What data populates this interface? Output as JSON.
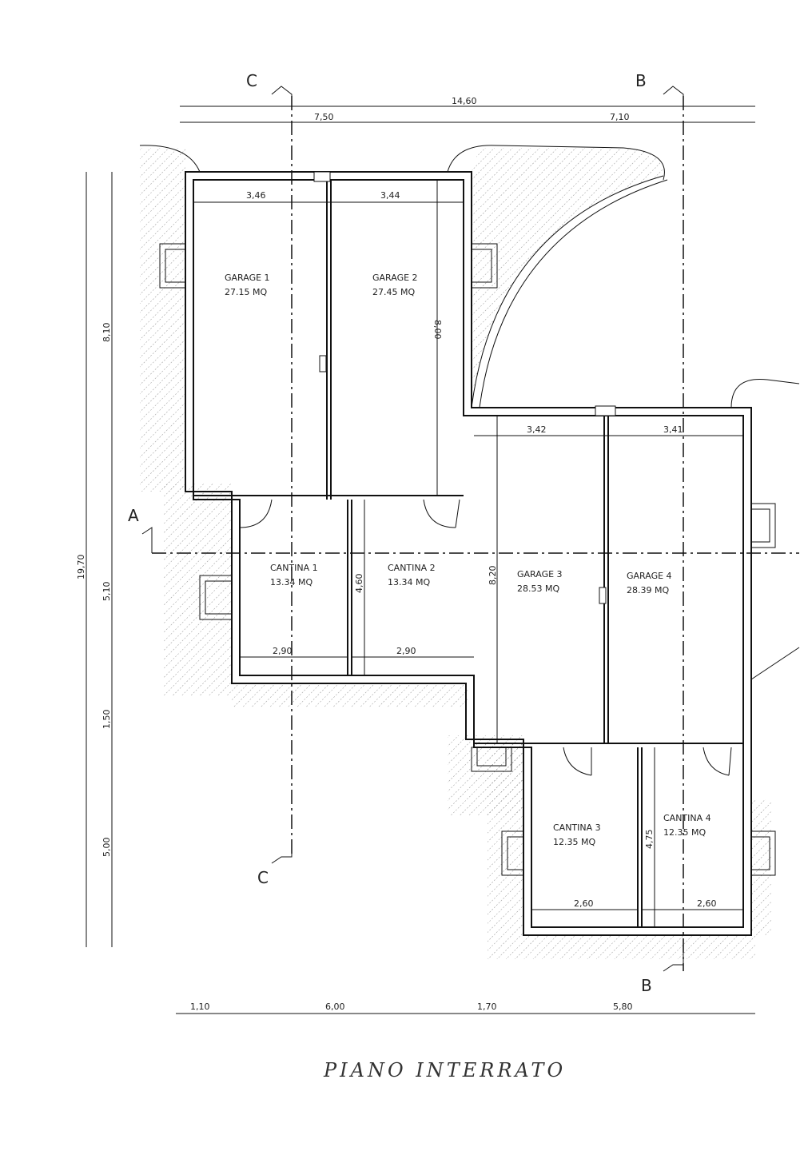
{
  "title": "PIANO INTERRATO",
  "sections": {
    "a": "A",
    "b_top": "B",
    "b_bottom": "B",
    "c_top": "C",
    "c_bottom": "C"
  },
  "rooms": [
    {
      "name": "GARAGE 1",
      "area": "27.15 MQ"
    },
    {
      "name": "GARAGE 2",
      "area": "27.45 MQ"
    },
    {
      "name": "CANTINA 1",
      "area": "13.34 MQ"
    },
    {
      "name": "CANTINA 2",
      "area": "13.34 MQ"
    },
    {
      "name": "GARAGE 3",
      "area": "28.53 MQ"
    },
    {
      "name": "GARAGE 4",
      "area": "28.39 MQ"
    },
    {
      "name": "CANTINA 3",
      "area": "12.35 MQ"
    },
    {
      "name": "CANTINA 4",
      "area": "12.35 MQ"
    }
  ],
  "dims": {
    "top_total": "14,60",
    "top_left": "7,50",
    "top_right": "7,10",
    "left_total": "19,70",
    "left_1": "8,10",
    "left_2": "5,10",
    "left_3": "1,50",
    "left_4": "5,00",
    "bottom": [
      "1,10",
      "6,00",
      "1,70",
      "5,80"
    ],
    "garage1_w": "3,46",
    "garage2_w": "3,44",
    "garage2_h": "8,00",
    "garage3_w": "3,42",
    "garage4_w": "3,41",
    "garage3_h": "8,20",
    "cantina1_w": "2,90",
    "cantina2_w": "2,90",
    "cantina2_h": "4,60",
    "cantina3_w": "2,60",
    "cantina4_w": "2,60",
    "cantina4_h": "4,75"
  }
}
